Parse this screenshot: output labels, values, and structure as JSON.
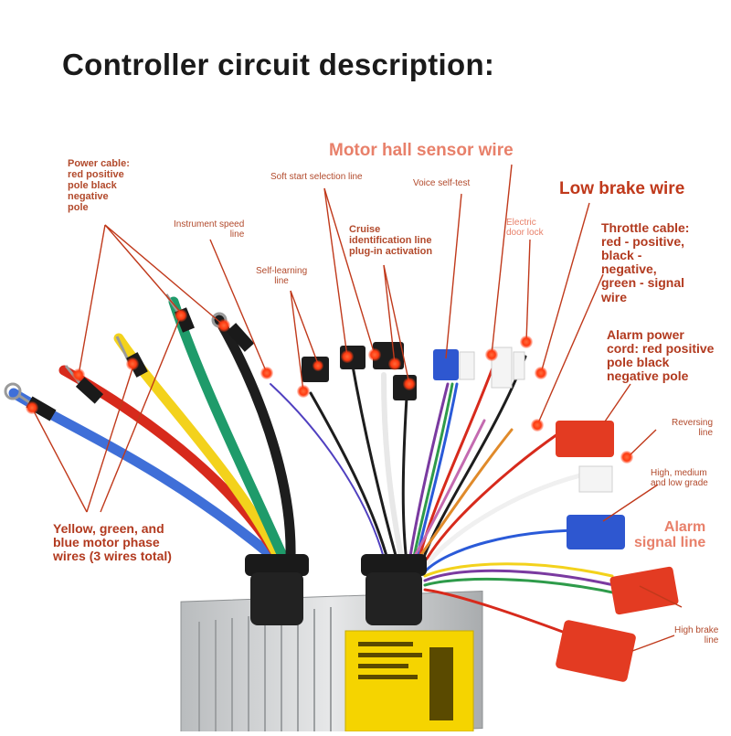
{
  "title": "Controller circuit description:",
  "labels": {
    "power_cable": "Power cable:\nred positive\npole black\nnegative\npole",
    "instrument_speed": "Instrument speed\nline",
    "soft_start": "Soft start selection line",
    "motor_hall": "Motor hall sensor wire",
    "voice_self_test": "Voice self-test",
    "low_brake": "Low brake wire",
    "self_learning": "Self-learning\nline",
    "cruise": "Cruise\nidentification line\nplug-in activation",
    "electric_door_lock": "Electric\ndoor lock",
    "throttle_cable": "Throttle cable:\nred - positive,\nblack -\nnegative,\ngreen - signal\nwire",
    "alarm_power": "Alarm power\ncord: red positive\npole black\nnegative pole",
    "reversing": "Reversing\nline",
    "high_medium_low": "High, medium\nand low grade",
    "alarm_signal": "Alarm\nsignal line",
    "high_brake": "High brake\nline",
    "phase_wires": "Yellow, green, and\nblue motor phase\nwires (3 wires total)"
  },
  "colors": {
    "title": "#1a1a1a",
    "label_dark": "#b23a1f",
    "label_light": "#e8806a",
    "low_brake": "#c0391b",
    "marker": "#ff3a10",
    "leader": "#c0391b"
  }
}
